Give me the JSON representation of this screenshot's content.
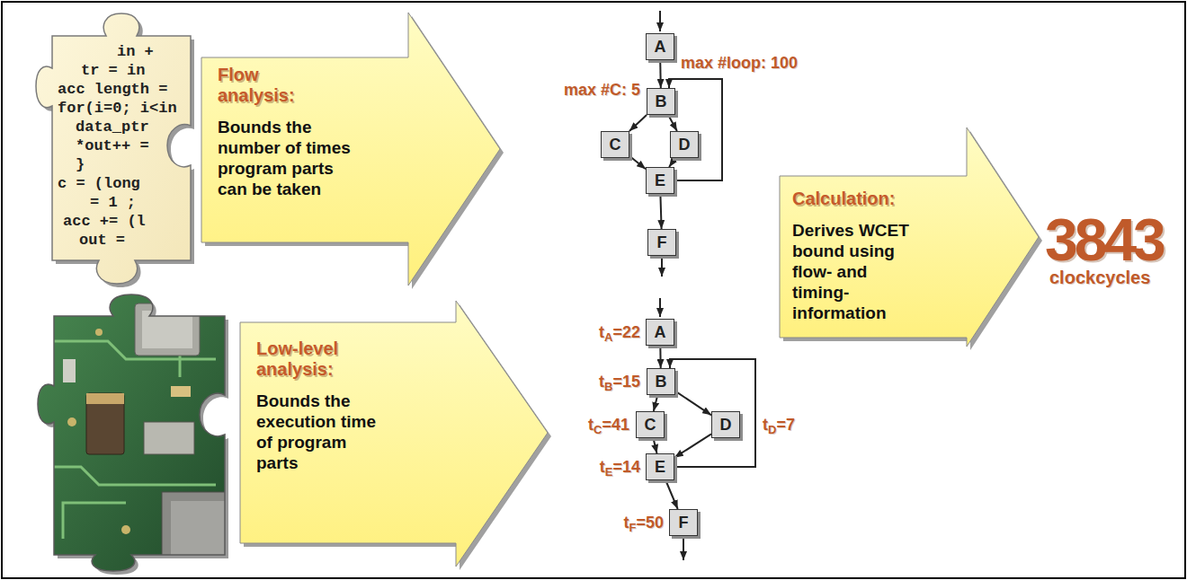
{
  "diagram": {
    "nodes": [
      {
        "text": [
          "Flow analysis:",
          "Bounds the number of times program parts can be taken"
        ]
      },
      {
        "text": [
          "A"
        ]
      },
      {
        "text": [
          "B"
        ]
      },
      {
        "text": [
          "C"
        ]
      },
      {
        "text": [
          "D"
        ]
      },
      {
        "text": [
          "E"
        ]
      },
      {
        "text": [
          "F"
        ]
      },
      {
        "text": [
          "Calculation:",
          "Derives WCET bound using flow- and timing-information"
        ]
      },
      {
        "text": [
          "Low-level analysis:",
          "Bounds the execution time of program parts"
        ]
      },
      {
        "text": [
          "A"
        ]
      },
      {
        "text": [
          "B"
        ]
      },
      {
        "text": [
          "C"
        ]
      },
      {
        "text": [
          "D"
        ]
      },
      {
        "text": [
          "E"
        ]
      },
      {
        "text": [
          "F"
        ]
      }
    ],
    "edges": [
      {
        "from": 1,
        "to": 2,
        "arrow": "to"
      },
      {
        "from": 2,
        "to": 3,
        "arrow": "to"
      },
      {
        "from": 2,
        "to": 4,
        "arrow": "to"
      },
      {
        "from": 3,
        "to": 5,
        "arrow": "to"
      },
      {
        "from": 4,
        "to": 5,
        "arrow": "to"
      },
      {
        "from": 5,
        "to": 2,
        "arrow": "to"
      },
      {
        "from": 5,
        "to": 6,
        "arrow": "to"
      },
      {
        "from": 9,
        "to": 10,
        "arrow": "to"
      },
      {
        "from": 10,
        "to": 11,
        "arrow": "to"
      },
      {
        "from": 10,
        "to": 12,
        "arrow": "to"
      },
      {
        "from": 11,
        "to": 13,
        "arrow": "to"
      },
      {
        "from": 12,
        "to": 13,
        "arrow": "to"
      },
      {
        "from": 13,
        "to": 10,
        "arrow": "to"
      },
      {
        "from": 13,
        "to": 14,
        "arrow": "to"
      }
    ],
    "labels": [
      "in +",
      "tr = in",
      "acc length =",
      "for(i=0; i<in",
      "data_ptr",
      "*out++ =",
      "}",
      "c = (long",
      "= 1 ;",
      "acc += (l",
      "out =",
      "max #loop: 100",
      "max #C: 5",
      "tA=22",
      "tB=15",
      "tC=41",
      "tD=7",
      "tE=14",
      "tF=50",
      "3843",
      "clockcycles"
    ]
  }
}
